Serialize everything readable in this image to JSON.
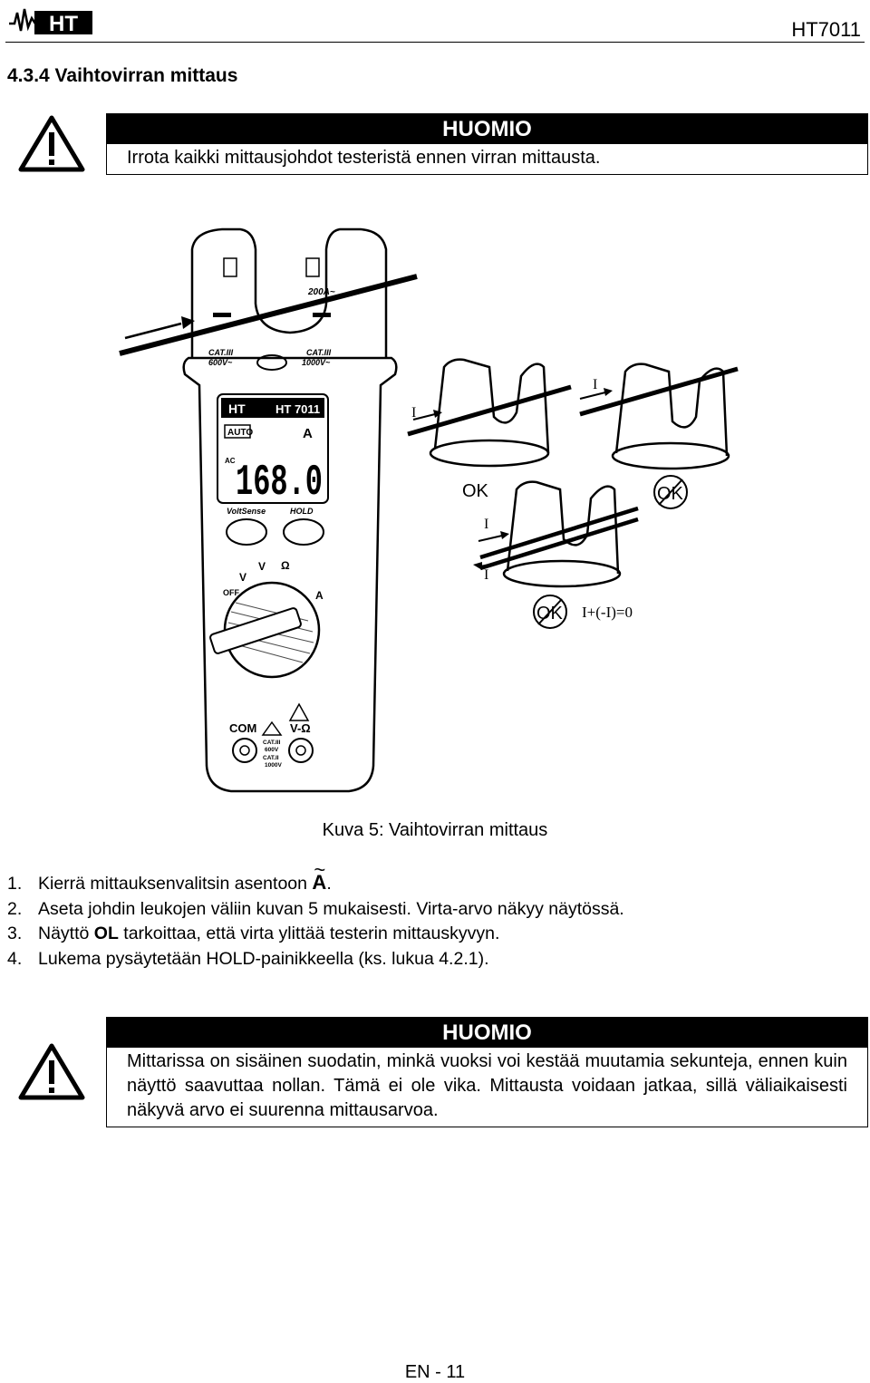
{
  "header": {
    "logo_text": "HT",
    "model": "HT7011"
  },
  "section": {
    "title": "4.3.4  Vaihtovirran mittaus"
  },
  "notice1": {
    "heading": "HUOMIO",
    "text": "Irrota kaikki mittausjohdot testeristä ennen virran mittausta."
  },
  "figure": {
    "caption": "Kuva 5: Vaihtovirran mittaus",
    "meter": {
      "brand": "HT",
      "model": "HT 7011",
      "range_label": "200A~",
      "cat_left_1": "CAT.III",
      "cat_left_2": "600V~",
      "cat_right_1": "CAT.III",
      "cat_right_2": "1000V~",
      "auto_label": "AUTO",
      "unit": "A",
      "ac_label": "AC",
      "reading": "168.0",
      "btn_voltsense": "VoltSense",
      "btn_hold": "HOLD",
      "dial_off": "OFF",
      "dial_v_ac": "V",
      "dial_v_dc": "V",
      "dial_ohm": "Ω",
      "dial_a": "A",
      "com": "COM",
      "v_ohm": "V-Ω",
      "cat_bottom_1": "CAT.III",
      "cat_bottom_2": "600V",
      "cat_bottom_3": "CAT.II",
      "cat_bottom_4": "1000V"
    },
    "diagrams": {
      "current_label": "I",
      "ok_label": "OK",
      "formula": "I+(-I)=0"
    }
  },
  "steps": [
    {
      "num": "1.",
      "text": "Kierrä mittauksenvalitsin asentoon",
      "symbol": "A",
      "end": "."
    },
    {
      "num": "2.",
      "text": "Aseta johdin leukojen väliin kuvan 5 mukaisesti. Virta-arvo näkyy näytössä."
    },
    {
      "num": "3.",
      "pre": "Näyttö ",
      "bold": "OL",
      "post": " tarkoittaa, että virta ylittää testerin mittauskyvyn."
    },
    {
      "num": "4.",
      "text": "Lukema pysäytetään HOLD-painikkeella (ks. lukua 4.2.1)."
    }
  ],
  "notice2": {
    "heading": "HUOMIO",
    "text": "Mittarissa on sisäinen suodatin, minkä vuoksi voi kestää muutamia sekunteja, ennen kuin näyttö saavuttaa nollan. Tämä ei ole vika. Mittausta voidaan jatkaa, sillä väliaikaisesti näkyvä arvo ei suurenna mittausarvoa."
  },
  "footer": {
    "page": "EN - 11"
  }
}
